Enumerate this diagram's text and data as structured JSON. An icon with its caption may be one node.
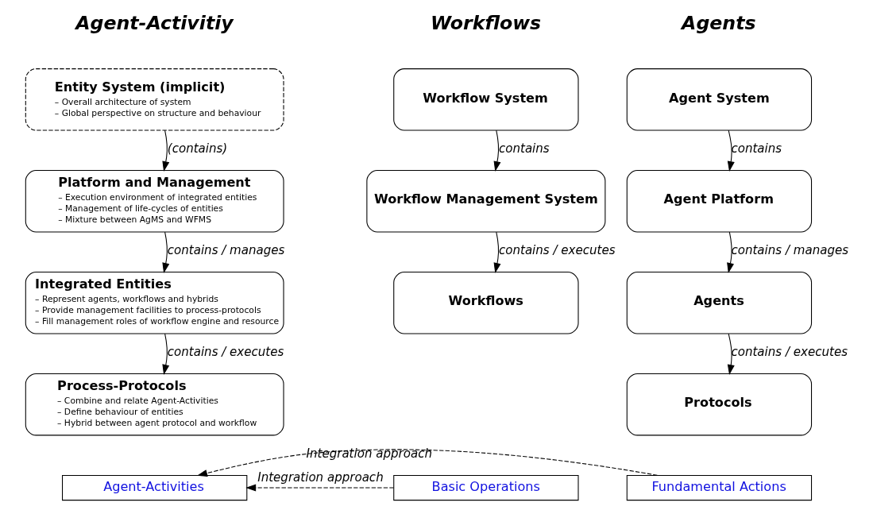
{
  "diagram": {
    "nodes": [
      {
        "text": [
          "Agent System"
        ]
      },
      {
        "text": [
          "Entity System (implicit)",
          "– Overall architecture of system",
          "– Global perspective on structure and behaviour"
        ]
      },
      {
        "text": [
          "Workflow System"
        ]
      },
      {
        "text": [
          "Agent Platform"
        ]
      },
      {
        "text": [
          "Platform and Management",
          "– Execution environment of integrated entities",
          "– Management of life-cycles of entities",
          "– Mixture between AgMS and WFMS"
        ]
      },
      {
        "text": [
          "Workflow Management System"
        ]
      },
      {
        "text": [
          "Agents"
        ]
      },
      {
        "text": [
          "Integrated Entities",
          "– Represent agents, workflows and hybrids",
          "– Provide management facilities to process-protocols",
          "– Fill management roles of workflow engine and resource"
        ]
      },
      {
        "text": [
          "Workflows"
        ]
      },
      {
        "text": [
          "Protocols"
        ]
      },
      {
        "text": [
          "Process-Protocols",
          "– Combine and relate Agent-Activities",
          "– Define behaviour of entities",
          "– Hybrid between agent protocol and workflow"
        ]
      },
      {
        "text": [
          "Fundamental Actions"
        ]
      },
      {
        "text": [
          "Agent-Activities"
        ]
      },
      {
        "text": [
          "Basic Operations"
        ]
      }
    ],
    "edges": [
      {
        "from": 0,
        "to": 3,
        "arrow": "to",
        "label": "contains"
      },
      {
        "from": 1,
        "to": 4,
        "arrow": "to",
        "label": "(contains)"
      },
      {
        "from": 2,
        "to": 5,
        "arrow": "to",
        "label": "contains"
      },
      {
        "from": 3,
        "to": 6,
        "arrow": "to",
        "label": "contains / manages"
      },
      {
        "from": 4,
        "to": 7,
        "arrow": "to",
        "label": "contains / manages"
      },
      {
        "from": 5,
        "to": 8,
        "arrow": "to",
        "label": "contains / executes"
      },
      {
        "from": 6,
        "to": 9,
        "arrow": "to",
        "label": "contains / executes"
      },
      {
        "from": 7,
        "to": 10,
        "arrow": "to",
        "label": "contains / executes"
      },
      {
        "from": 11,
        "to": 12,
        "arrow": "to",
        "label": "Integration approach",
        "style": "dashed"
      },
      {
        "from": 13,
        "to": 12,
        "arrow": "to",
        "label": "Integration approach",
        "style": "dashed"
      }
    ],
    "labels": [
      "Agents",
      "Agent-Activitiy",
      "Workflows"
    ]
  }
}
